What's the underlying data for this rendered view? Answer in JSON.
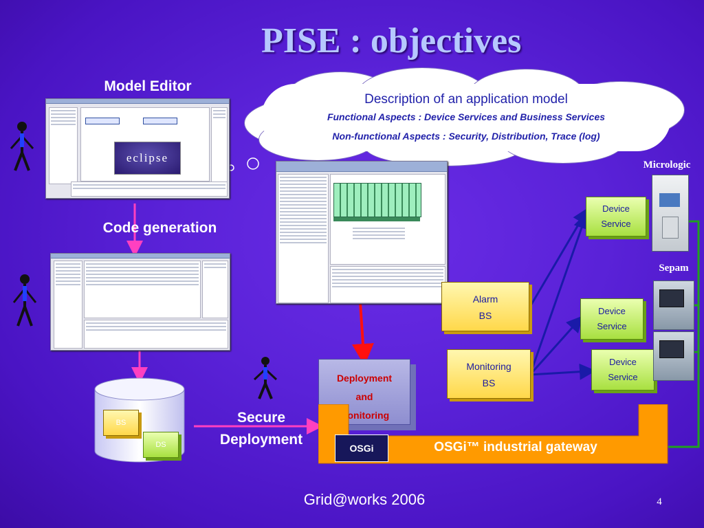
{
  "title": "PISE : objectives",
  "workflow": {
    "model_editor_label": "Model Editor",
    "code_generation_label": "Code generation",
    "secure_deployment_line1": "Secure",
    "secure_deployment_line2": "Deployment",
    "eclipse_logo_text": "eclipse"
  },
  "cloud": {
    "heading": "Description of an application model",
    "functional": "Functional Aspects : Device Services and Business Services",
    "non_functional": "Non-functional Aspects : Security, Distribution, Trace (log)"
  },
  "repository": {
    "bs_label": "BS",
    "ds_label": "DS"
  },
  "deployment_box": {
    "line1": "Deployment",
    "line2": "and",
    "line3": "Monitoring"
  },
  "gateway": {
    "label": "OSGi™ industrial gateway",
    "logo_text": "OSGi"
  },
  "business_services": [
    {
      "line1": "Alarm",
      "line2": "BS"
    },
    {
      "line1": "Monitoring",
      "line2": "BS"
    }
  ],
  "device_services": [
    {
      "line1": "Device",
      "line2": "Service"
    },
    {
      "line1": "Device",
      "line2": "Service"
    },
    {
      "line1": "Device",
      "line2": "Service"
    }
  ],
  "devices": {
    "micrologic": "Micrologic",
    "sepam": "Sepam"
  },
  "footer": {
    "text": "Grid@works 2006",
    "page_number": "4"
  },
  "colors": {
    "background": "#5a22d8",
    "title": "#b6c8ff",
    "gateway": "#ff9a00",
    "arrow_pink": "#ff40c0",
    "arrow_red": "#ff1010",
    "arrow_blue": "#1a1aa8",
    "line_green": "#20a020"
  }
}
